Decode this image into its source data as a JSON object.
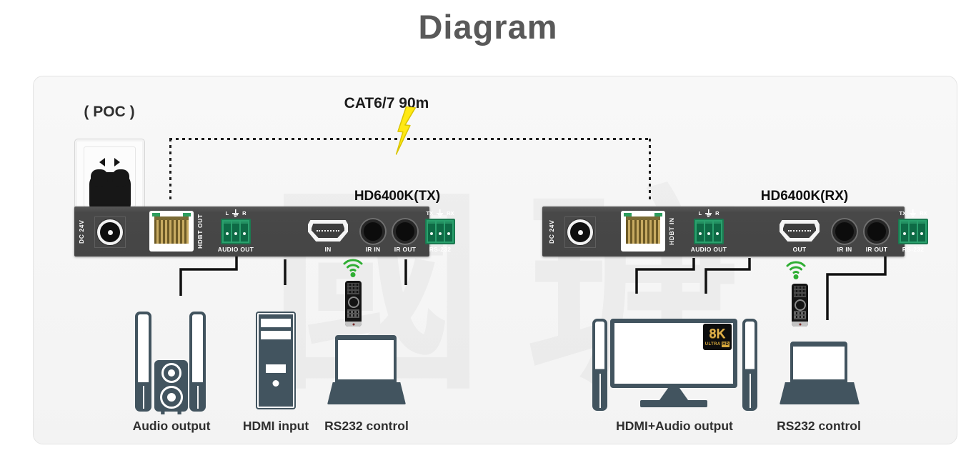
{
  "title": "Diagram",
  "annotations": {
    "poc_label": "( POC )",
    "link_label": "CAT6/7 90m",
    "watermark": "國瑭"
  },
  "devices": {
    "tx": {
      "name": "HD6400K(TX)",
      "dc_label": "DC 24V",
      "hdbt_label": "HDBT OUT",
      "audio_pin_left": "L",
      "audio_pin_right": "R",
      "audio_label": "AUDIO OUT",
      "hdmi_label": "IN",
      "ir_in_label": "IR IN",
      "ir_out_label": "IR OUT",
      "rs232_pin_left": "TX",
      "rs232_pin_right": "RX",
      "rs232_label": "RS-232"
    },
    "rx": {
      "name": "HD6400K(RX)",
      "dc_label": "DC 24V",
      "hdbt_label": "HDBT IN",
      "audio_pin_left": "L",
      "audio_pin_right": "R",
      "audio_label": "AUDIO OUT",
      "hdmi_label": "OUT",
      "ir_in_label": "IR IN",
      "ir_out_label": "IR OUT",
      "rs232_pin_left": "TX",
      "rs232_pin_right": "RX",
      "rs232_label": "RS-232"
    }
  },
  "endpoints": {
    "tx_audio_label": "Audio output",
    "tx_hdmi_label": "HDMI input",
    "tx_rs232_label": "RS232 control",
    "rx_av_label": "HDMI+Audio output",
    "rx_rs232_label": "RS232 control"
  },
  "tv_badge": {
    "top": "8K",
    "bottom_left": "ULTRA",
    "bottom_right": "HD"
  },
  "colors": {
    "title_gray": "#595959",
    "panel_gray": "#4a4a4a",
    "terminal_green": "#2aa06d",
    "icon_slate": "#42545f",
    "signal_green": "#2fae33",
    "bolt_yellow": "#ffe913",
    "badge_gold": "#d8a93c",
    "line_black": "#111111"
  }
}
